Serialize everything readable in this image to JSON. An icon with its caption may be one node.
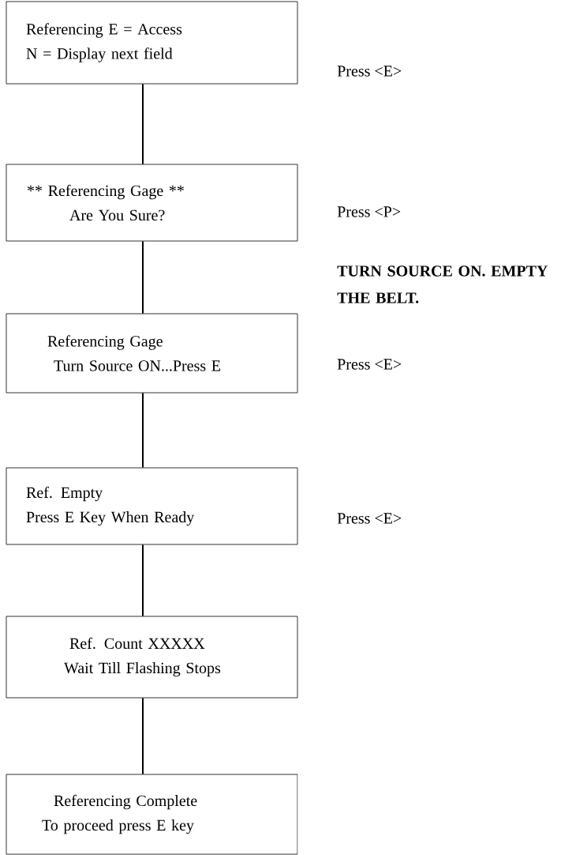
{
  "diagram": {
    "nodes": [
      {
        "text": [
          "Referencing E = Access",
          "N = Display next field"
        ],
        "beside": [
          "Press <E>"
        ]
      },
      {
        "text": [
          "** Referencing Gage **",
          "Are You Sure?"
        ],
        "beside": [
          "Press <P>"
        ]
      },
      {
        "text": [
          "Referencing Gage",
          "Turn Source ON...Press E"
        ],
        "beside": [
          "Press <E>"
        ]
      },
      {
        "text": [
          "Ref. Empty",
          "Press E Key When Ready"
        ],
        "beside": [
          "Press <E>"
        ]
      },
      {
        "text": [
          "Ref. Count XXXXX",
          "Wait Till Flashing Stops"
        ]
      },
      {
        "text": [
          "Referencing Complete",
          "To proceed press E key"
        ]
      }
    ],
    "edges": [
      {
        "from": 0,
        "to": 1,
        "arrow": "none"
      },
      {
        "from": 1,
        "to": 2,
        "arrow": "none"
      },
      {
        "from": 2,
        "to": 3,
        "arrow": "none"
      },
      {
        "from": 3,
        "to": 4,
        "arrow": "none"
      },
      {
        "from": 4,
        "to": 5,
        "arrow": "none"
      }
    ],
    "labels": [
      "TURN SOURCE ON. EMPTY THE BELT."
    ]
  }
}
